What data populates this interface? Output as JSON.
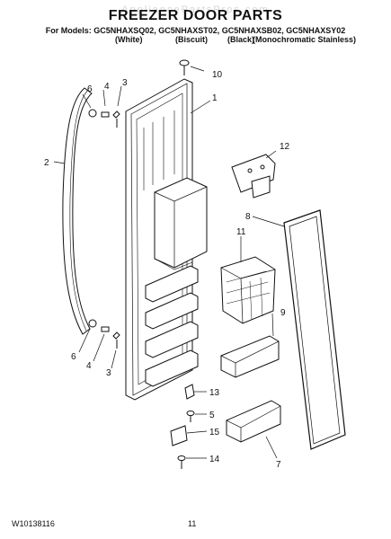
{
  "watermark": "AppliancePartsPros.com",
  "header": {
    "title": "FREEZER DOOR PARTS",
    "models": "For Models: GC5NHAXSQ02, GC5NHAXST02, GC5NHAXSB02, GC5NHAXSY02",
    "colors": [
      "(White)",
      "(Biscuit)",
      "(Black)",
      "(Monochromatic Stainless)"
    ]
  },
  "callouts": {
    "c1": "1",
    "c2": "2",
    "c3a": "3",
    "c3b": "3",
    "c4a": "4",
    "c4b": "4",
    "c5": "5",
    "c6a": "6",
    "c6b": "6",
    "c7": "7",
    "c8": "8",
    "c9": "9",
    "c10": "10",
    "c11": "11",
    "c12": "12",
    "c13": "13",
    "c14": "14",
    "c15": "15"
  },
  "footer": {
    "doc_number": "W10138116",
    "page_number": "11"
  }
}
